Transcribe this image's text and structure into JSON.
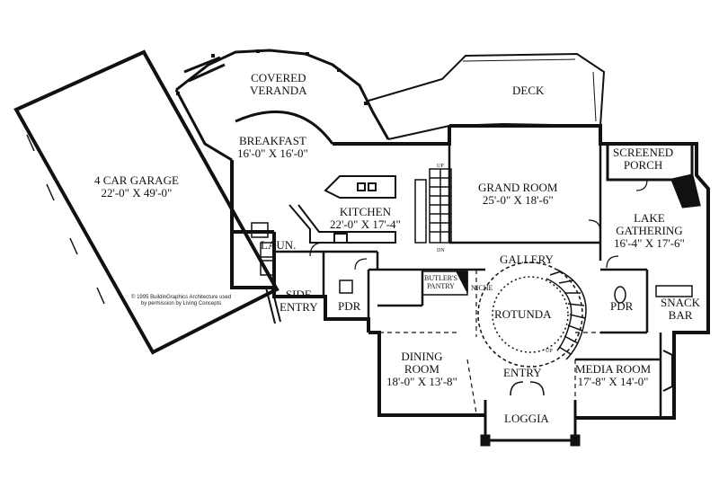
{
  "rooms": {
    "garage": {
      "name": "4 CAR GARAGE",
      "dims": "22'-0\" X 49'-0\""
    },
    "veranda": {
      "line1": "COVERED",
      "line2": "VERANDA"
    },
    "deck": {
      "name": "DECK"
    },
    "breakfast": {
      "name": "BREAKFAST",
      "dims": "16'-0\" X 16'-0\""
    },
    "screened_porch": {
      "line1": "SCREENED",
      "line2": "PORCH"
    },
    "kitchen": {
      "name": "KITCHEN",
      "dims": "22'-0\" X 17'-4\""
    },
    "grand_room": {
      "name": "GRAND ROOM",
      "dims": "25'-0\" X 18'-6\""
    },
    "lake_gathering": {
      "line1": "LAKE",
      "line2": "GATHERING",
      "dims": "16'-4\" X 17'-6\""
    },
    "laundry": {
      "name": "LAUN."
    },
    "gallery": {
      "name": "GALLERY"
    },
    "side_entry": {
      "line1": "SIDE",
      "line2": "ENTRY"
    },
    "pdr_left": {
      "name": "PDR"
    },
    "butlers_pantry": {
      "line1": "BUTLER'S",
      "line2": "PANTRY"
    },
    "niche": {
      "name": "NICHE"
    },
    "rotunda": {
      "name": "ROTUNDA"
    },
    "pdr_right": {
      "name": "PDR"
    },
    "snack_bar": {
      "line1": "SNACK",
      "line2": "BAR"
    },
    "dining": {
      "line1": "DINING",
      "line2": "ROOM",
      "dims": "18'-0\" X 13'-8\""
    },
    "entry": {
      "name": "ENTRY"
    },
    "media_room": {
      "name": "MEDIA ROOM",
      "dims": "17'-8\" X 14'-0\""
    },
    "loggia": {
      "name": "LOGGIA"
    }
  },
  "stair_marks": {
    "up_top": "UP",
    "dn": "DN",
    "up_rotunda": "UP"
  },
  "copyright": {
    "line1": "© 1995 BuildinGraphics Architecture used",
    "line2": "by permission by Living Concepts"
  }
}
